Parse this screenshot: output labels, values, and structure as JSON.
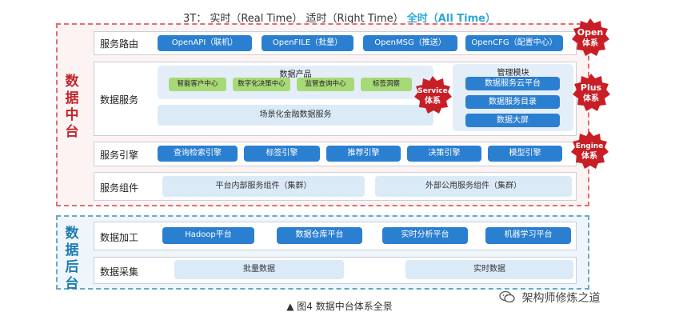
{
  "header": {
    "prefix": "3T： 实时（Real Time） 适时（Right Time）",
    "highlight": "全时（All Time）"
  },
  "zones": {
    "front_label": "数据中台",
    "back_label": "数据后台"
  },
  "rows": {
    "routing": {
      "label": "服务路由",
      "items": [
        "OpenAPI（联机）",
        "OpenFILE（批量）",
        "OpenMSG（推送）",
        "OpenCFG（配置中心）"
      ]
    },
    "data_service": {
      "label": "数据服务",
      "product_title": "数据产品",
      "products": [
        "智能客户中心",
        "数字化决策中心",
        "监管查询中心",
        "标签洞察"
      ],
      "scene_service": "场景化金融数据服务",
      "mgmt_title": "管理模块",
      "mgmt_items": [
        "数据服务云平台",
        "数据服务目录",
        "数据大屏"
      ]
    },
    "engine": {
      "label": "服务引擎",
      "items": [
        "查询检索引擎",
        "标签引擎",
        "推荐引擎",
        "决策引擎",
        "模型引擎"
      ]
    },
    "components": {
      "label": "服务组件",
      "items": [
        "平台内部服务组件（集群）",
        "外部公用服务组件（集群）"
      ]
    },
    "processing": {
      "label": "数据加工",
      "items": [
        "Hadoop平台",
        "数据仓库平台",
        "实时分析平台",
        "机器学习平台"
      ]
    },
    "collection": {
      "label": "数据采集",
      "items": [
        "批量数据",
        "实时数据"
      ]
    }
  },
  "seals": {
    "open": [
      "Open",
      "体系"
    ],
    "plus": [
      "Plus",
      "体系"
    ],
    "service": [
      "Service",
      "体系"
    ],
    "engine": [
      "Engine",
      "体系"
    ]
  },
  "caption": "▲ 图4 数据中台体系全景",
  "watermark": "架构师修炼之道",
  "colors": {
    "accent_blue": "#2b7fd0",
    "seal_red": "#c81e26",
    "front_border": "#e07070",
    "back_border": "#6aa8c8",
    "product_green": "#a8d977"
  }
}
